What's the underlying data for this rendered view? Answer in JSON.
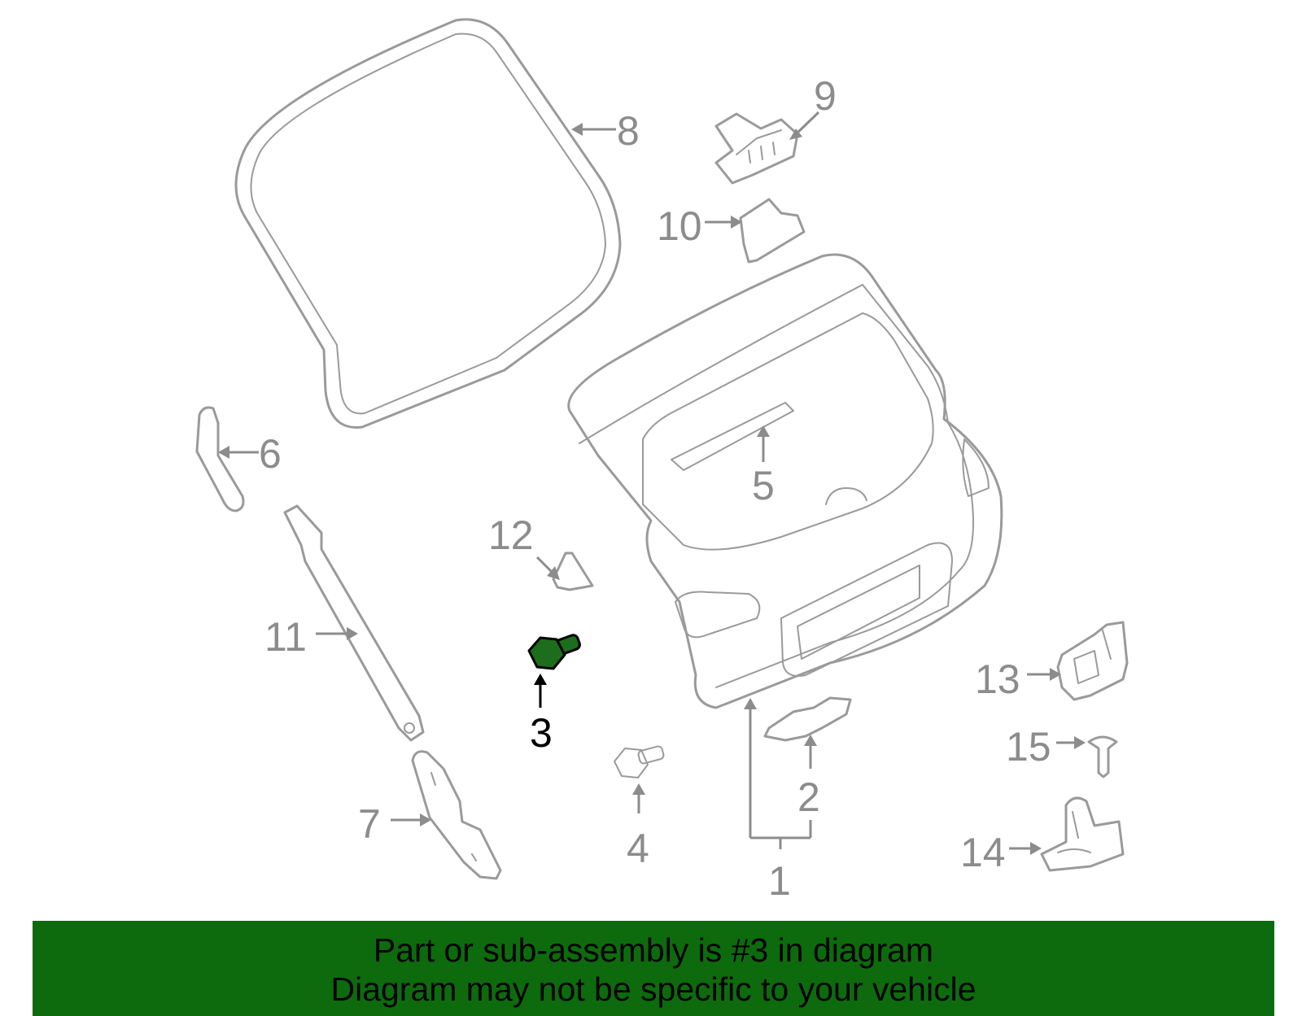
{
  "diagram": {
    "highlight_color": "#0d6b0d",
    "highlighted_part": "3",
    "callouts": {
      "c1": "1",
      "c2": "2",
      "c3": "3",
      "c4": "4",
      "c5": "5",
      "c6": "6",
      "c7": "7",
      "c8": "8",
      "c9": "9",
      "c10": "10",
      "c11": "11",
      "c12": "12",
      "c13": "13",
      "c14": "14",
      "c15": "15"
    }
  },
  "banner": {
    "line1": "Part or sub-assembly is #3 in diagram",
    "line2": "Diagram may not be specific to your vehicle"
  }
}
